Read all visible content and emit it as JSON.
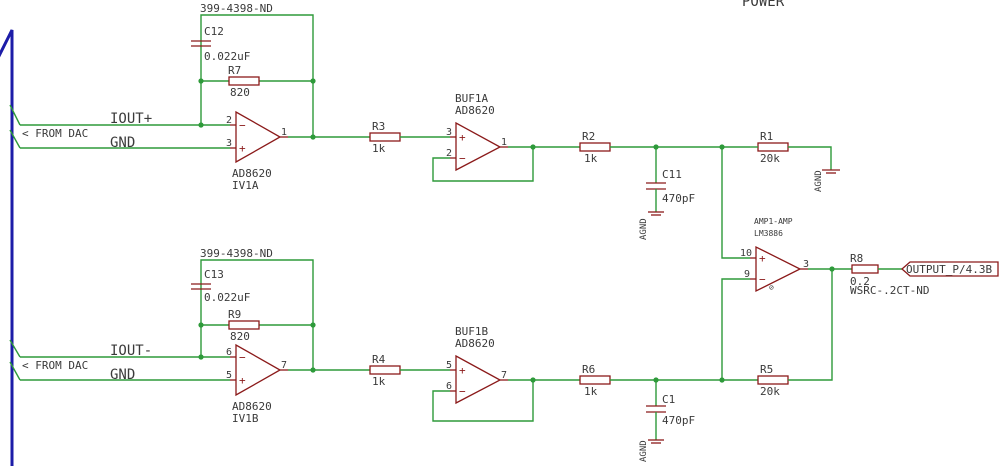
{
  "header": {
    "power_label": "POWER"
  },
  "dac_top": {
    "signal": "IOUT+",
    "gnd": "GND",
    "source": "< FROM DAC"
  },
  "dac_bot": {
    "signal": "IOUT-",
    "gnd": "GND",
    "source": "< FROM DAC"
  },
  "iv1a": {
    "part": "AD8620",
    "name": "IV1A",
    "pin_inv": "2",
    "pin_noninv": "3",
    "pin_out": "1",
    "cap_part": "399-4398-ND",
    "cap_name": "C12",
    "cap_value": "0.022uF",
    "res_name": "R7",
    "res_value": "820"
  },
  "iv1b": {
    "part": "AD8620",
    "name": "IV1B",
    "pin_inv": "6",
    "pin_noninv": "5",
    "pin_out": "7",
    "cap_part": "399-4398-ND",
    "cap_name": "C13",
    "cap_value": "0.022uF",
    "res_name": "R9",
    "res_value": "820"
  },
  "r3": {
    "name": "R3",
    "value": "1k"
  },
  "r4": {
    "name": "R4",
    "value": "1k"
  },
  "buf1a": {
    "name": "BUF1A",
    "part": "AD8620",
    "pin_noninv": "3",
    "pin_inv": "2",
    "pin_out": "1"
  },
  "buf1b": {
    "name": "BUF1B",
    "part": "AD8620",
    "pin_noninv": "5",
    "pin_inv": "6",
    "pin_out": "7"
  },
  "r2": {
    "name": "R2",
    "value": "1k"
  },
  "r6": {
    "name": "R6",
    "value": "1k"
  },
  "c11": {
    "name": "C11",
    "value": "470pF"
  },
  "c1": {
    "name": "C1",
    "value": "470pF"
  },
  "r1": {
    "name": "R1",
    "value": "20k"
  },
  "r5": {
    "name": "R5",
    "value": "20k"
  },
  "agnd": "AGND",
  "amp": {
    "name": "AMP1-AMP",
    "part": "LM3886",
    "pin_noninv": "10",
    "pin_inv": "9",
    "pin_out": "3"
  },
  "r8": {
    "name": "R8",
    "value": "0.2",
    "part": "WSRC-.2CT-ND"
  },
  "output": {
    "label": "OUTPUT_P/4.3B"
  }
}
